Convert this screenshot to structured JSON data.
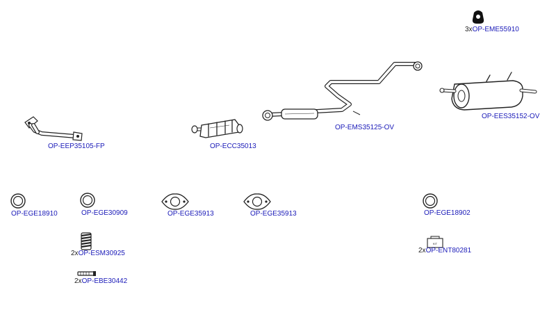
{
  "colors": {
    "link": "#1a1ab8",
    "text": "#222222",
    "drawing": "#222222",
    "background": "#ffffff"
  },
  "parts": [
    {
      "id": "mounting",
      "qty": "3x",
      "number": "OP-EME55910",
      "icon": "rubber-mounting-icon"
    },
    {
      "id": "center-pipe",
      "qty": "",
      "number": "OP-EMS35125-OV",
      "icon": "middle-silencer-pipe-icon"
    },
    {
      "id": "rear-silencer",
      "qty": "",
      "number": "OP-EES35152-OV",
      "icon": "rear-silencer-icon"
    },
    {
      "id": "front-pipe",
      "qty": "",
      "number": "OP-EEP35105-FP",
      "icon": "front-pipe-icon"
    },
    {
      "id": "catalyst",
      "qty": "",
      "number": "OP-ECC35013",
      "icon": "catalytic-converter-icon"
    },
    {
      "id": "gasket-ring-1",
      "qty": "",
      "number": "OP-EGE18910",
      "icon": "sealing-ring-icon"
    },
    {
      "id": "gasket-ring-2",
      "qty": "",
      "number": "OP-EGE30909",
      "icon": "sealing-ring-icon"
    },
    {
      "id": "gasket-oval-1",
      "qty": "",
      "number": "OP-EGE35913",
      "icon": "flange-gasket-icon"
    },
    {
      "id": "gasket-oval-2",
      "qty": "",
      "number": "OP-EGE35913",
      "icon": "flange-gasket-icon"
    },
    {
      "id": "gasket-ring-3",
      "qty": "",
      "number": "OP-EGE18902",
      "icon": "sealing-ring-icon"
    },
    {
      "id": "spring",
      "qty": "2x",
      "number": "OP-ESM30925",
      "icon": "spring-icon"
    },
    {
      "id": "mount-kit",
      "qty": "2x",
      "number": "OP-ENT80281",
      "icon": "mounting-kit-icon"
    },
    {
      "id": "bolt",
      "qty": "2x",
      "number": "OP-EBE30442",
      "icon": "bolt-icon"
    }
  ]
}
